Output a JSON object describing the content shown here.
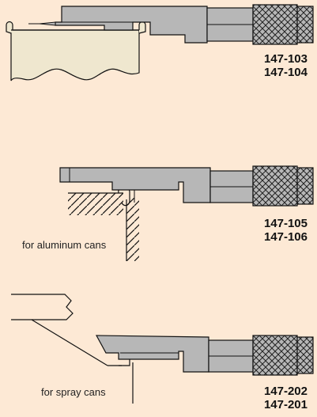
{
  "colors": {
    "background": "#fde9d5",
    "tool_fill": "#b7b7b7",
    "can_fill": "#efe7cf",
    "outline": "#111111"
  },
  "panels": [
    {
      "models": [
        "147-103",
        "147-104"
      ],
      "caption": ""
    },
    {
      "models": [
        "147-105",
        "147-106"
      ],
      "caption": "for aluminum cans"
    },
    {
      "models": [
        "147-202",
        "147-201"
      ],
      "caption": "for spray cans"
    }
  ]
}
